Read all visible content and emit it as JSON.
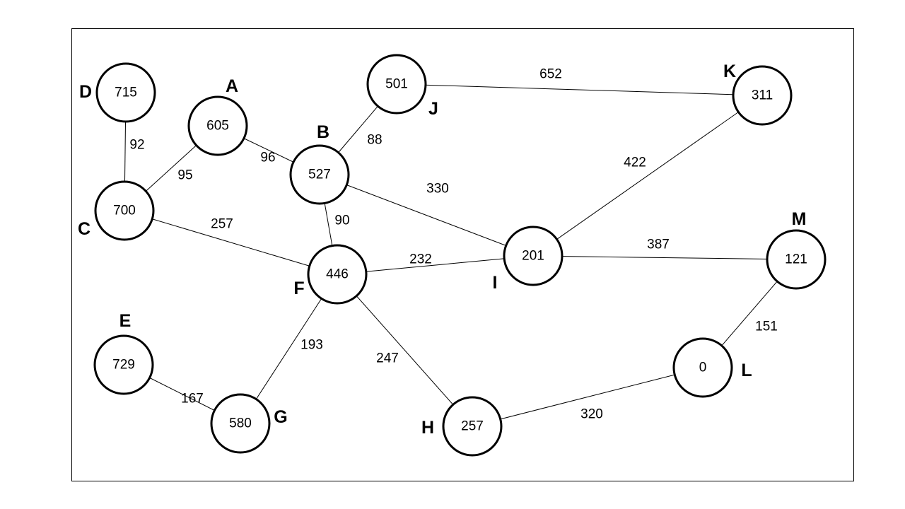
{
  "graph": {
    "nodes": [
      {
        "id": "D",
        "label": "D",
        "value": "715"
      },
      {
        "id": "A",
        "label": "A",
        "value": "605"
      },
      {
        "id": "J",
        "label": "J",
        "value": "501"
      },
      {
        "id": "K",
        "label": "K",
        "value": "311"
      },
      {
        "id": "C",
        "label": "C",
        "value": "700"
      },
      {
        "id": "B",
        "label": "B",
        "value": "527"
      },
      {
        "id": "F",
        "label": "F",
        "value": "446"
      },
      {
        "id": "I",
        "label": "I",
        "value": "201"
      },
      {
        "id": "M",
        "label": "M",
        "value": "121"
      },
      {
        "id": "E",
        "label": "E",
        "value": "729"
      },
      {
        "id": "G",
        "label": "G",
        "value": "580"
      },
      {
        "id": "H",
        "label": "H",
        "value": "257"
      },
      {
        "id": "L",
        "label": "L",
        "value": "0"
      }
    ],
    "edges": [
      {
        "from": "D",
        "to": "C",
        "weight": "92"
      },
      {
        "from": "C",
        "to": "A",
        "weight": "95"
      },
      {
        "from": "A",
        "to": "B",
        "weight": "96"
      },
      {
        "from": "B",
        "to": "J",
        "weight": "88"
      },
      {
        "from": "J",
        "to": "K",
        "weight": "652"
      },
      {
        "from": "B",
        "to": "I",
        "weight": "330"
      },
      {
        "from": "K",
        "to": "I",
        "weight": "422"
      },
      {
        "from": "B",
        "to": "F",
        "weight": "90"
      },
      {
        "from": "C",
        "to": "F",
        "weight": "257"
      },
      {
        "from": "F",
        "to": "I",
        "weight": "232"
      },
      {
        "from": "I",
        "to": "M",
        "weight": "387"
      },
      {
        "from": "M",
        "to": "L",
        "weight": "151"
      },
      {
        "from": "F",
        "to": "G",
        "weight": "193"
      },
      {
        "from": "F",
        "to": "H",
        "weight": "247"
      },
      {
        "from": "E",
        "to": "G",
        "weight": "167"
      },
      {
        "from": "H",
        "to": "L",
        "weight": "320"
      }
    ]
  }
}
